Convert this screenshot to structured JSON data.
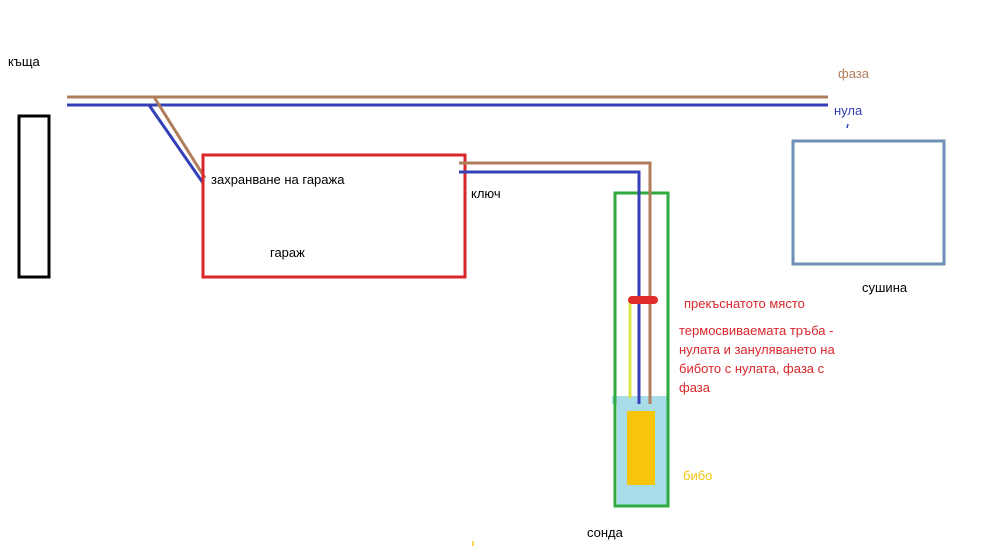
{
  "labels": {
    "house": "къща",
    "phase": "фаза",
    "neutral": "нула",
    "garage_supply": "захранване на гаража",
    "garage": "гараж",
    "switch": "ключ",
    "dryer": "сушина",
    "break_point": "прекъснатото място",
    "heat_shrink_note": "термосвиваемата тръба - нулата и зануляването на бибото с нулата, фаза с фаза",
    "pump": "бибо",
    "probe": "сонда"
  },
  "colors": {
    "phase_wire": "#b07d5a",
    "neutral_wire": "#3340b8",
    "ground_wire": "#d8e84a",
    "garage_box": "#d9262b",
    "house_box": "#000000",
    "dryer_box": "#6f8fb5",
    "probe_box": "#2eaa3f",
    "water": "#a8dce9",
    "pump": "#f7c50c",
    "break_marker": "#e12c2c",
    "annotation_text": "#d9262b"
  }
}
